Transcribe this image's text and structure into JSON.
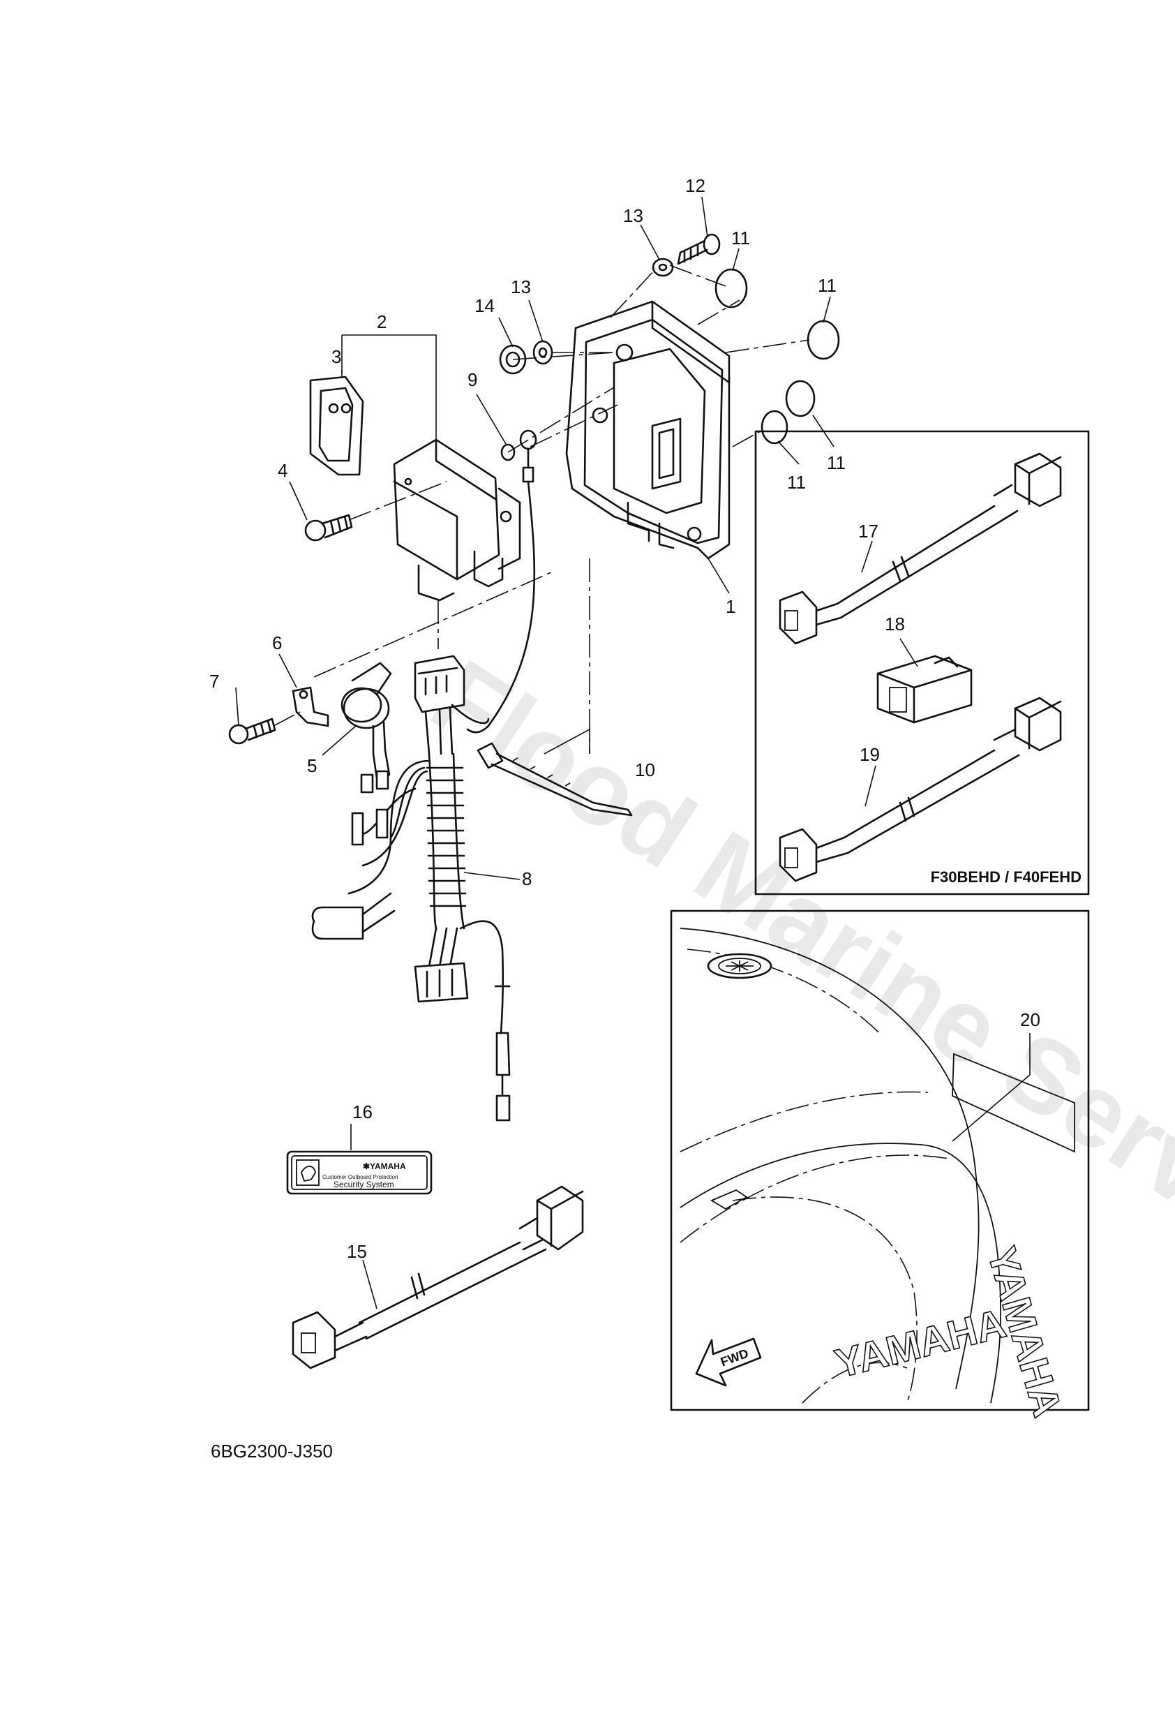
{
  "watermark": "Flood Marine Services",
  "diagram_code": "6BG2300-J350",
  "inset_label": "F30BEHD / F40FEHD",
  "fwd_label": "FWD",
  "cowling_brand": "YAMAHA",
  "decal": {
    "brand": "✱YAMAHA",
    "subtitle": "Customer Outboard Protection",
    "system": "Security System"
  },
  "callouts": {
    "c1": "1",
    "c2": "2",
    "c3": "3",
    "c4": "4",
    "c5": "5",
    "c6": "6",
    "c7": "7",
    "c8": "8",
    "c9": "9",
    "c10": "10",
    "c11a": "11",
    "c11b": "11",
    "c11c": "11",
    "c11d": "11",
    "c12": "12",
    "c13a": "13",
    "c13b": "13",
    "c14": "14",
    "c15": "15",
    "c16": "16",
    "c17": "17",
    "c18": "18",
    "c19": "19",
    "c20": "20"
  }
}
